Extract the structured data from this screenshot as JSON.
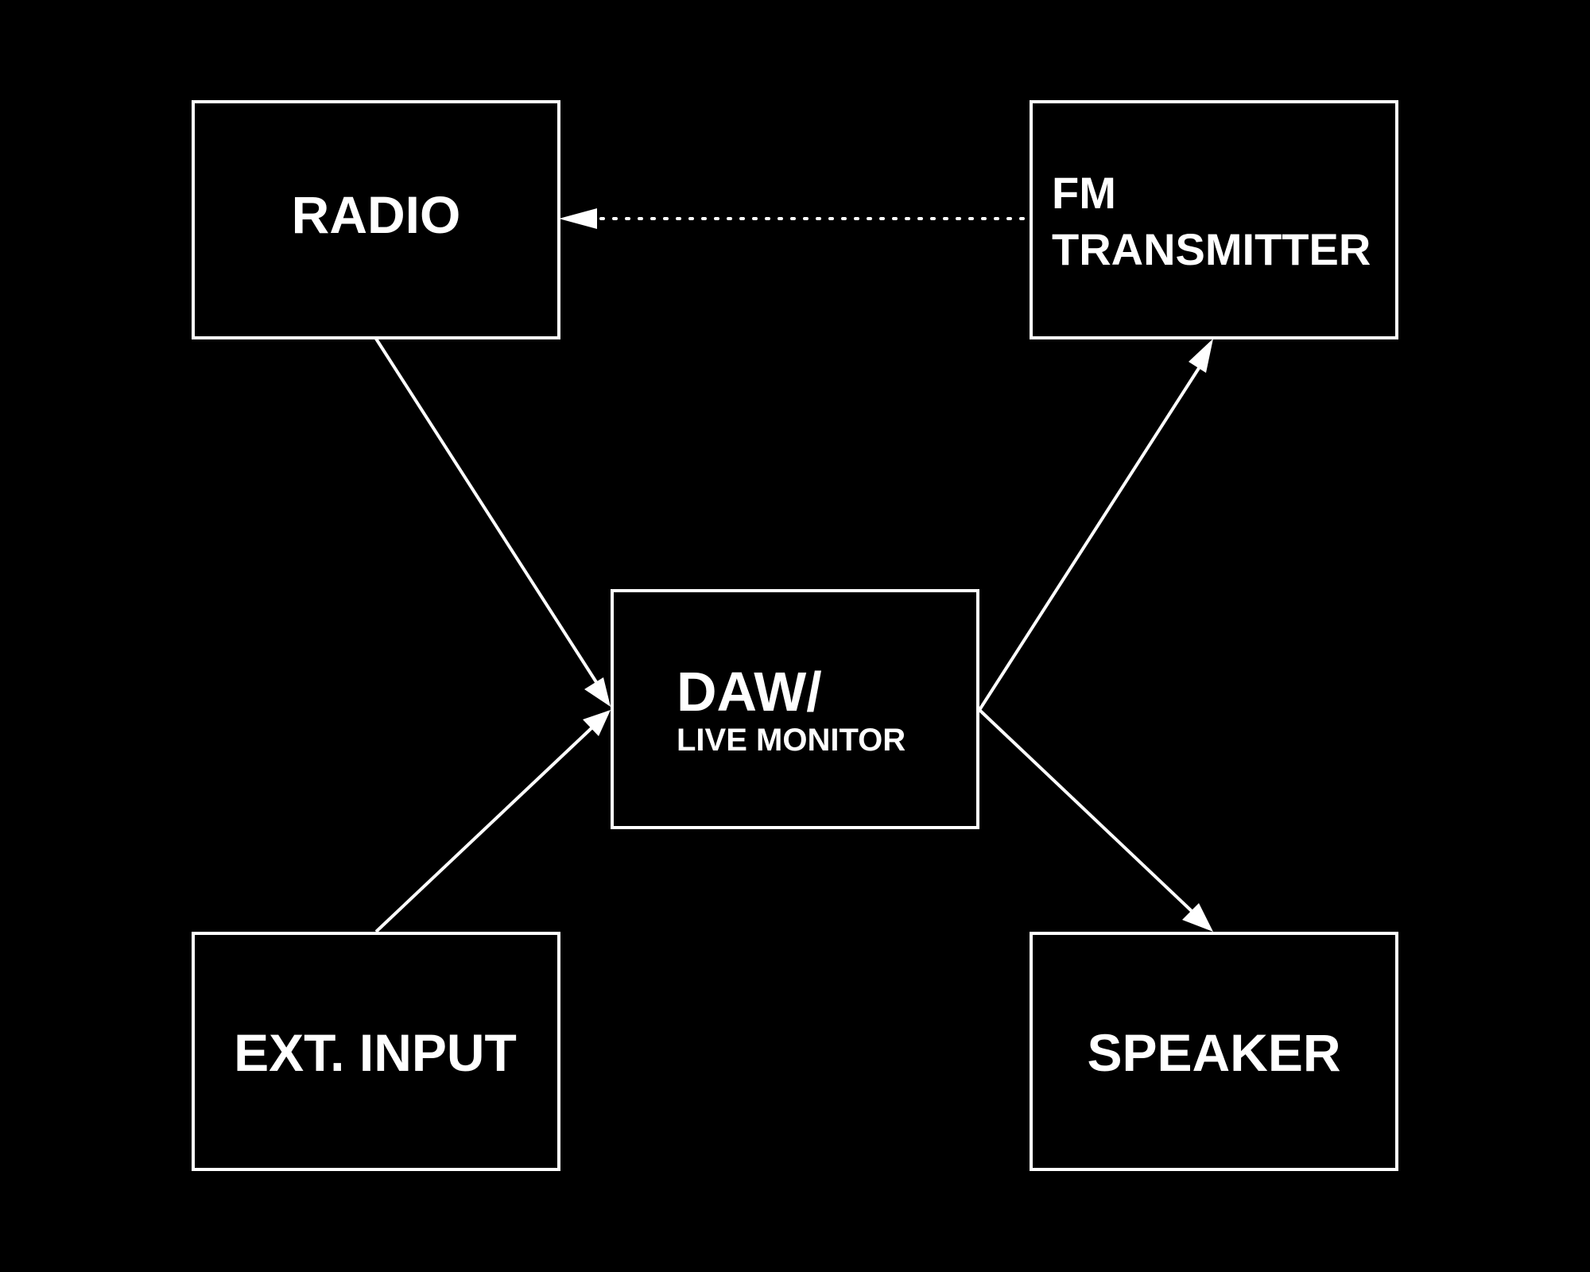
{
  "diagram": {
    "nodes": {
      "radio": {
        "label": "RADIO"
      },
      "fm_transmitter": {
        "line1": "FM",
        "line2": "TRANSMITTER"
      },
      "daw": {
        "line1": "DAW/",
        "line2": "LIVE MONITOR"
      },
      "ext_input": {
        "label": "EXT. INPUT"
      },
      "speaker": {
        "label": "SPEAKER"
      }
    },
    "edges": [
      {
        "from": "radio",
        "to": "daw",
        "style": "solid"
      },
      {
        "from": "ext_input",
        "to": "daw",
        "style": "solid"
      },
      {
        "from": "daw",
        "to": "fm_transmitter",
        "style": "solid"
      },
      {
        "from": "daw",
        "to": "speaker",
        "style": "solid"
      },
      {
        "from": "fm_transmitter",
        "to": "radio",
        "style": "dotted"
      }
    ],
    "colors": {
      "background": "#000000",
      "foreground": "#ffffff"
    }
  }
}
